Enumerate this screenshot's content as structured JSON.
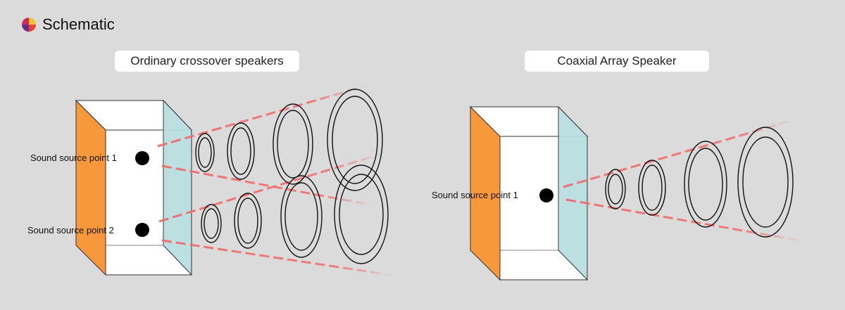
{
  "header": {
    "title": "Schematic",
    "logo_icon": "color-wheel-icon"
  },
  "panels": {
    "left": {
      "label": "Ordinary crossover speakers",
      "source_points": [
        "Sound source point 1",
        "Sound source point 2"
      ]
    },
    "right": {
      "label": "Coaxial Array Speaker",
      "source_points": [
        "Sound source point 1"
      ]
    }
  },
  "colors": {
    "background": "#dbdbdb",
    "box_side": "#f7993a",
    "box_front": "#ffffff",
    "box_right": "#b9dee0",
    "beam": "#f07070",
    "rings": "#111111"
  }
}
